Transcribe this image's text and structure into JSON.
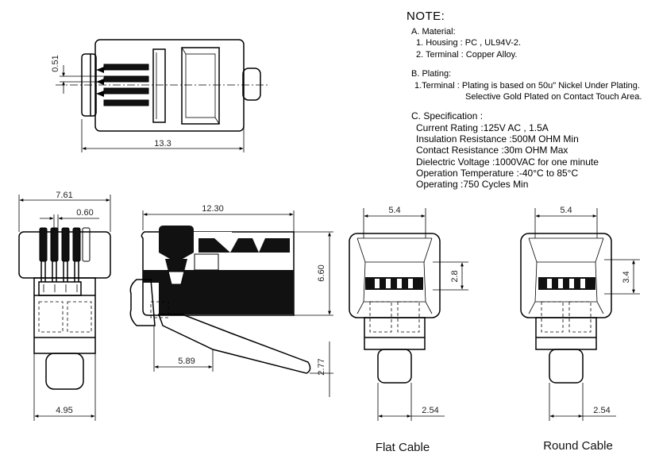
{
  "note": {
    "title": "NOTE:",
    "material": {
      "heading": "A. Material:",
      "items": [
        "1. Housing : PC , UL94V-2.",
        "2. Terminal : Copper Alloy."
      ]
    },
    "plating": {
      "heading": "B. Plating:",
      "line1": "1.Terminal : Plating is based on 50u\" Nickel Under Plating.",
      "line2": "Selective Gold Plated on Contact Touch Area."
    },
    "specification": {
      "heading": "C. Specification :",
      "items": [
        "Current Rating :125V AC , 1.5A",
        "Insulation Resistance :500M OHM Min",
        "Contact Resistance :30m OHM Max",
        "Dielectric Voltage :1000VAC for one minute",
        "Operation Temperature :-40°C to 85°C",
        "Operating :750 Cycles Min"
      ]
    }
  },
  "dimensions": {
    "top_pitch": "0.51",
    "top_length": "13.3",
    "front_width": "7.61",
    "front_pin": "0.60",
    "front_bottom": "4.95",
    "side_length": "12.30",
    "side_height": "6.60",
    "side_tab": "5.89",
    "side_tab_h": "2.77",
    "flat_width": "5.4",
    "flat_contact": "2.8",
    "flat_bottom": "2.54",
    "round_width": "5.4",
    "round_contact": "3.4",
    "round_bottom": "2.54"
  },
  "captions": {
    "flat": "Flat Cable",
    "round": "Round Cable"
  }
}
